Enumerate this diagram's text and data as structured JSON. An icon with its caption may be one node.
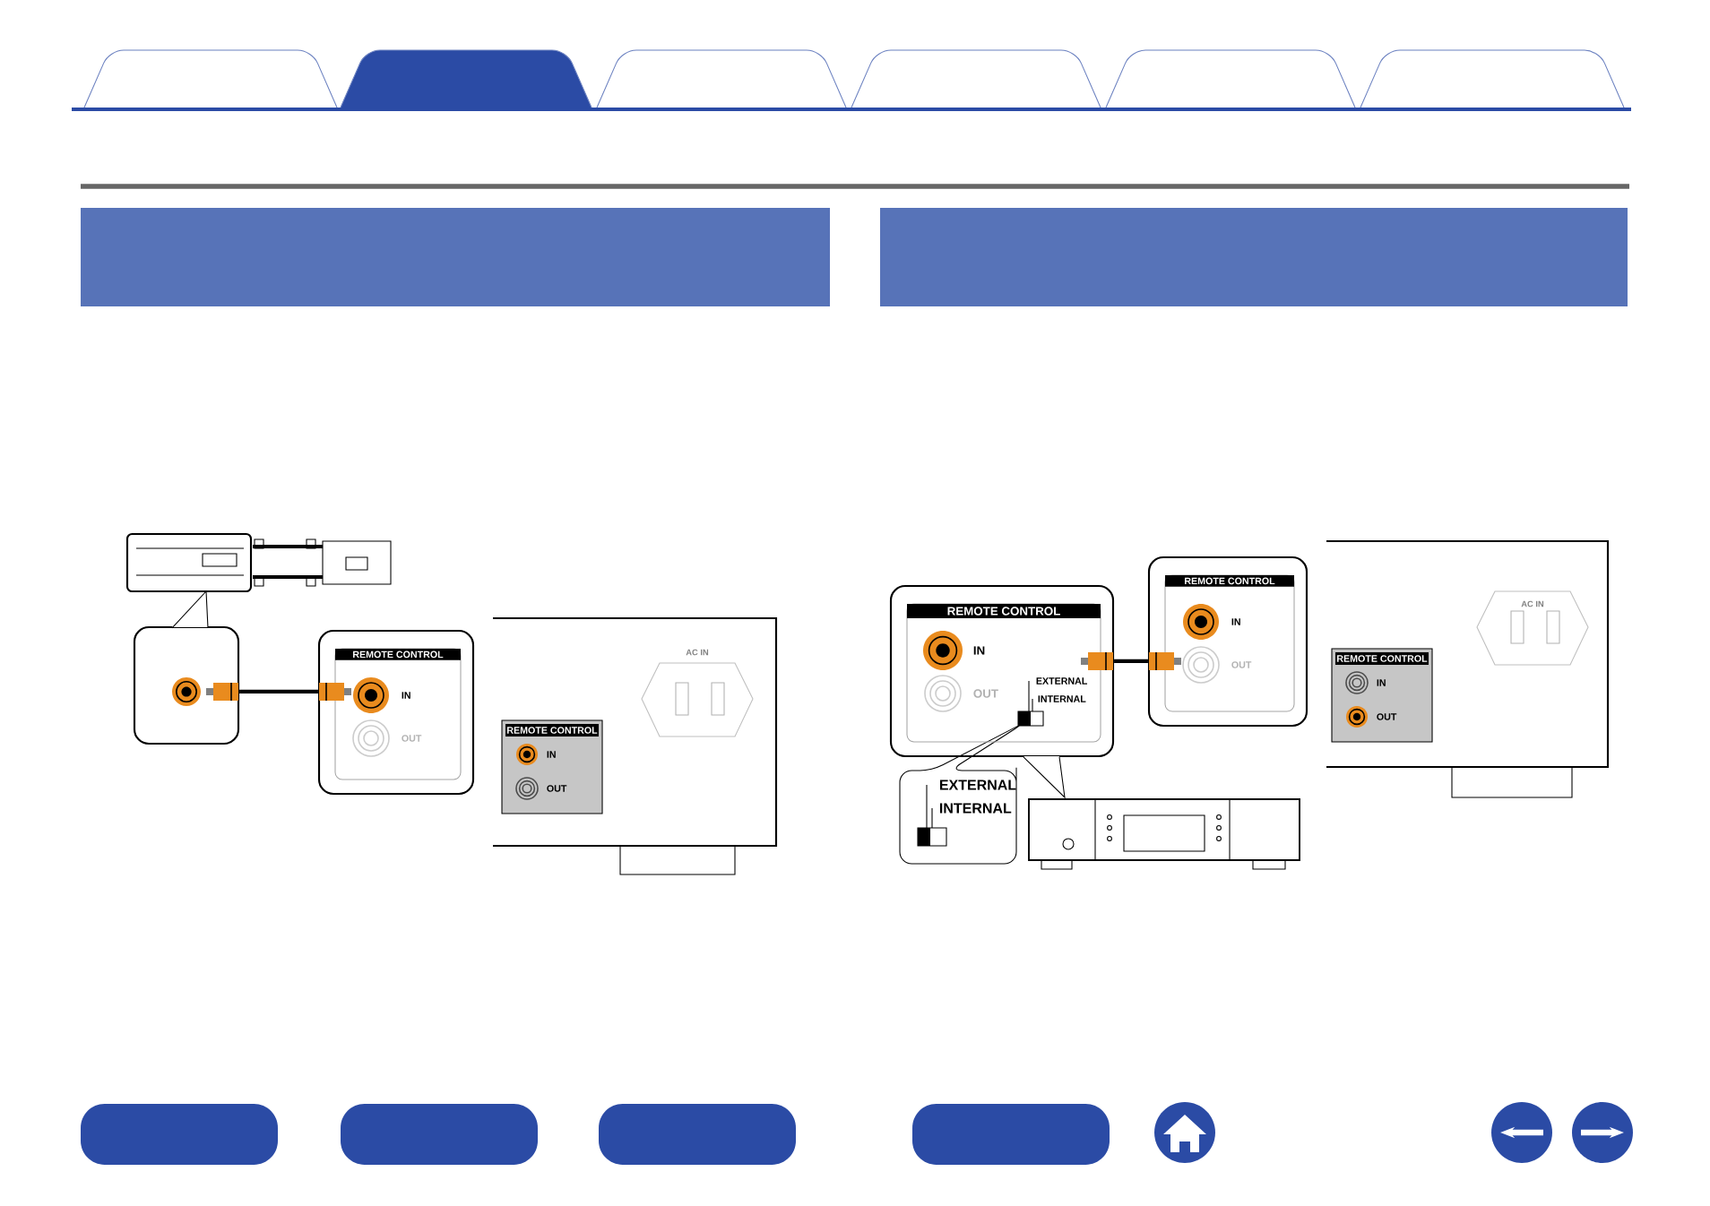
{
  "diagram": {
    "nodes": [
      {
        "text": [],
        "shape": "bar"
      },
      {
        "text": [],
        "shape": "bar"
      },
      {
        "text": [],
        "shape": "box"
      },
      {
        "text": [
          "REMOTE CONTROL",
          "IN",
          "OUT"
        ]
      },
      {
        "text": [
          "REMOTE CONTROL",
          "IN",
          "OUT",
          "EXTERNAL",
          "INTERNAL"
        ]
      },
      {
        "text": [
          "REMOTE CONTROL",
          "IN",
          "OUT"
        ]
      }
    ],
    "edges": [
      {
        "from": 2,
        "to": 3,
        "arrow": "other"
      },
      {
        "from": 4,
        "to": 5,
        "arrow": "other"
      }
    ],
    "labels": [
      "REMOTE CONTROL",
      "IN",
      "OUT",
      "AC IN",
      "REMOTE CONTROL",
      "IN",
      "OUT",
      "AC IN",
      "EXTERNAL",
      "INTERNAL"
    ]
  }
}
